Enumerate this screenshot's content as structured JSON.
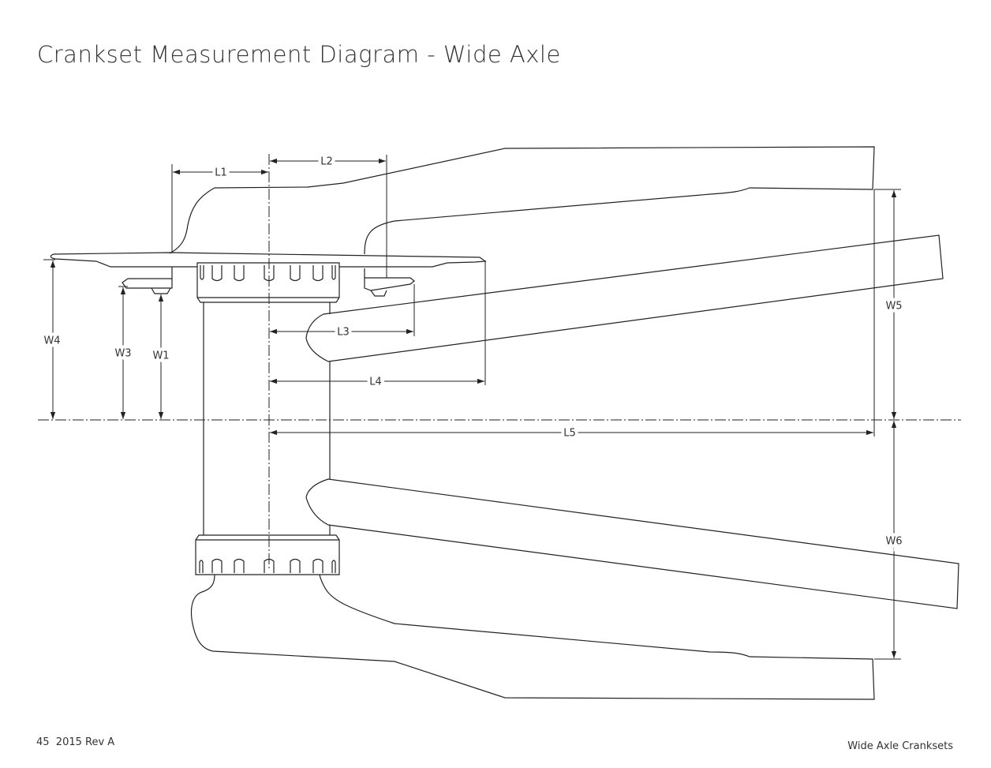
{
  "title": "Crankset Measurement Diagram - Wide Axle",
  "dimensions": {
    "L1": "L1",
    "L2": "L2",
    "L3": "L3",
    "L4": "L4",
    "L5": "L5",
    "W1": "W1",
    "W3": "W3",
    "W4": "W4",
    "W5": "W5",
    "W6": "W6"
  },
  "footer": {
    "page_info": "45  2015 Rev A",
    "section": "Wide Axle Cranksets"
  }
}
